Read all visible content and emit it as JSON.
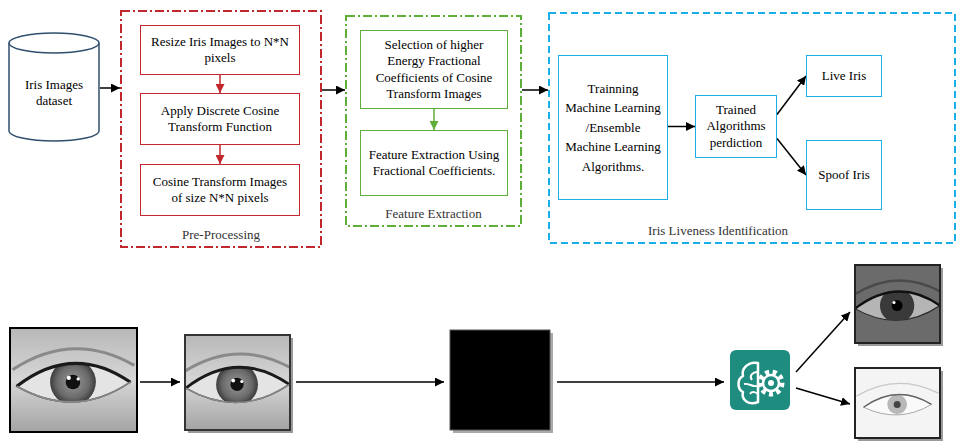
{
  "diagram": {
    "nodes": [
      {
        "text": [
          "Iris Images dataset"
        ]
      },
      {
        "text": [
          "Pre-Processing"
        ]
      },
      {
        "text": [
          "Resize Iris Images to N*N pixels"
        ],
        "in": 1
      },
      {
        "text": [
          "Apply Discrete Cosine Transform Function"
        ],
        "in": 1
      },
      {
        "text": [
          "Cosine Transform Images of size N*N pixels"
        ],
        "in": 1
      },
      {
        "text": [
          "Feature Extraction"
        ]
      },
      {
        "text": [
          "Selection of higher Energy Fractional Coefficients of Cosine Transform Images"
        ],
        "in": 5
      },
      {
        "text": [
          "Feature Extraction Using Fractional Coefficients."
        ],
        "in": 5
      },
      {
        "text": [
          "Iris Liveness Identification"
        ]
      },
      {
        "text": [
          "Trainning Machine Learning /Ensemble Machine Learning Algorithms."
        ],
        "in": 8
      },
      {
        "text": [
          "Trained Algorithms perdiction"
        ],
        "in": 8
      },
      {
        "text": [
          "Live Iris"
        ],
        "in": 8
      },
      {
        "text": [
          "Spoof Iris"
        ],
        "in": 8
      }
    ],
    "edges": [
      {
        "from": 0,
        "to": 1,
        "arrow": "to"
      },
      {
        "from": 2,
        "to": 3,
        "arrow": "to"
      },
      {
        "from": 3,
        "to": 4,
        "arrow": "to"
      },
      {
        "from": 1,
        "to": 5,
        "arrow": "to"
      },
      {
        "from": 6,
        "to": 7,
        "arrow": "to"
      },
      {
        "from": 5,
        "to": 8,
        "arrow": "to"
      },
      {
        "from": 9,
        "to": 10,
        "arrow": "to"
      },
      {
        "from": 10,
        "to": 11,
        "arrow": "to"
      },
      {
        "from": 10,
        "to": 12,
        "arrow": "to"
      }
    ]
  }
}
